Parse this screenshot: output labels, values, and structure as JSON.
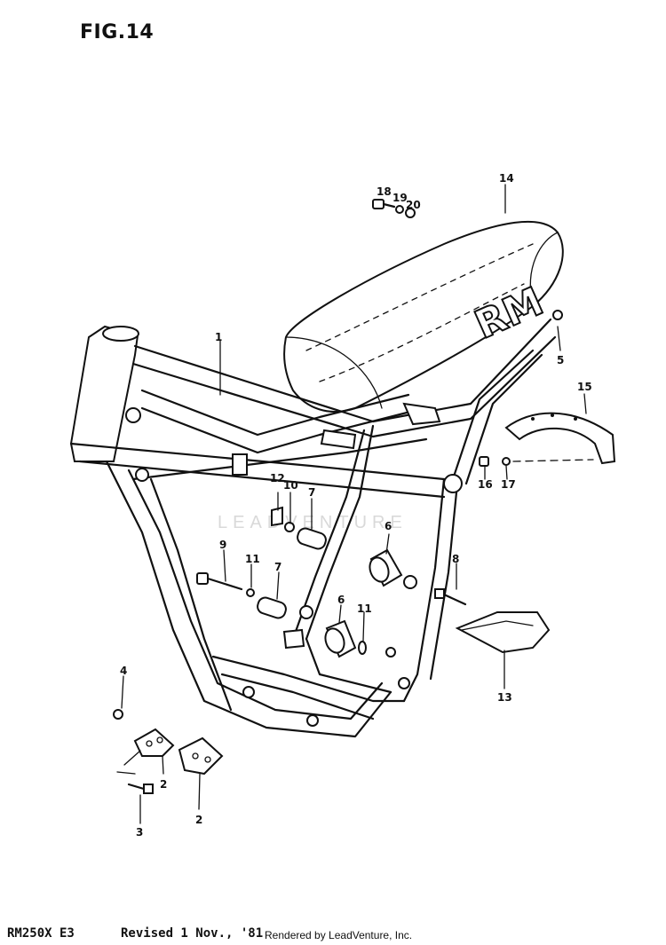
{
  "figure": {
    "title": "FIG.14",
    "footer_model": "RM250X E3",
    "footer_revision": "Revised 1 Nov., '81",
    "footer_rendered": "Rendered by LeadVenture, Inc.",
    "watermark": "LEADVENTURE",
    "seat_logo": "RM"
  },
  "callouts": [
    {
      "id": "1",
      "label": "1"
    },
    {
      "id": "2a",
      "label": "2"
    },
    {
      "id": "2b",
      "label": "2"
    },
    {
      "id": "3",
      "label": "3"
    },
    {
      "id": "4",
      "label": "4"
    },
    {
      "id": "5",
      "label": "5"
    },
    {
      "id": "6a",
      "label": "6"
    },
    {
      "id": "6b",
      "label": "6"
    },
    {
      "id": "7a",
      "label": "7"
    },
    {
      "id": "7b",
      "label": "7"
    },
    {
      "id": "8",
      "label": "8"
    },
    {
      "id": "9",
      "label": "9"
    },
    {
      "id": "10",
      "label": "10"
    },
    {
      "id": "11a",
      "label": "11"
    },
    {
      "id": "11b",
      "label": "11"
    },
    {
      "id": "12",
      "label": "12"
    },
    {
      "id": "13",
      "label": "13"
    },
    {
      "id": "14",
      "label": "14"
    },
    {
      "id": "15",
      "label": "15"
    },
    {
      "id": "16",
      "label": "16"
    },
    {
      "id": "17",
      "label": "17"
    },
    {
      "id": "18",
      "label": "18"
    },
    {
      "id": "19",
      "label": "19"
    },
    {
      "id": "20",
      "label": "20"
    }
  ]
}
